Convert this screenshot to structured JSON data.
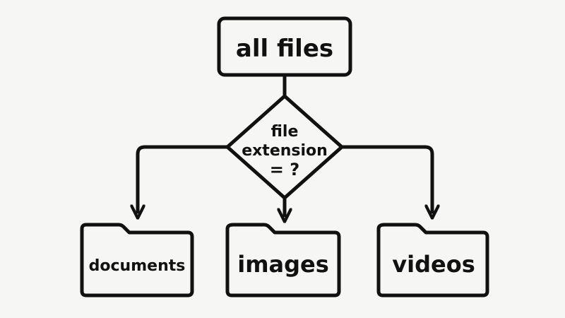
{
  "diagram": {
    "root": {
      "label": "all files"
    },
    "decision": {
      "line1": "file",
      "line2": "extension",
      "line3": "= ?"
    },
    "folders": [
      {
        "label": "documents"
      },
      {
        "label": "images"
      },
      {
        "label": "videos"
      }
    ]
  },
  "colors": {
    "stroke": "#111111",
    "background": "#f6f6f4",
    "fill": "#f6f6f4"
  }
}
